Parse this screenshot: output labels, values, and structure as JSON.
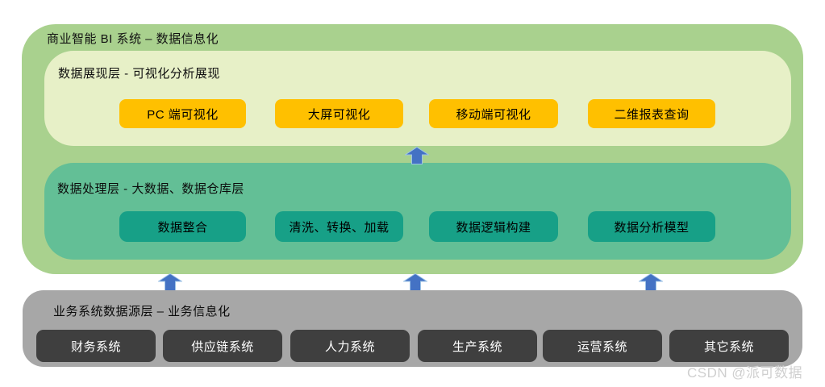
{
  "colors": {
    "outer_bg": "#A9D18E",
    "presentation_bg": "#E7F0C7",
    "presentation_btn": "#FFC000",
    "processing_bg": "#63BF96",
    "processing_btn": "#17A087",
    "source_bg": "#A7A7A7",
    "source_btn": "#3F3F3F",
    "arrow_fill": "#4472C4",
    "arrow_stroke": "#9DC3E6"
  },
  "system": {
    "title": "商业智能 BI 系统 – 数据信息化"
  },
  "presentation_layer": {
    "title": "数据展现层 - 可视化分析展现",
    "items": [
      "PC 端可视化",
      "大屏可视化",
      "移动端可视化",
      "二维报表查询"
    ]
  },
  "processing_layer": {
    "title": "数据处理层 - 大数据、数据仓库层",
    "items": [
      "数据整合",
      "清洗、转换、加载",
      "数据逻辑构建",
      "数据分析模型"
    ]
  },
  "source_layer": {
    "title": "业务系统数据源层 – 业务信息化",
    "items": [
      "财务系统",
      "供应链系统",
      "人力系统",
      "生产系统",
      "运营系统",
      "其它系统"
    ]
  },
  "watermark": "CSDN @派可数据"
}
